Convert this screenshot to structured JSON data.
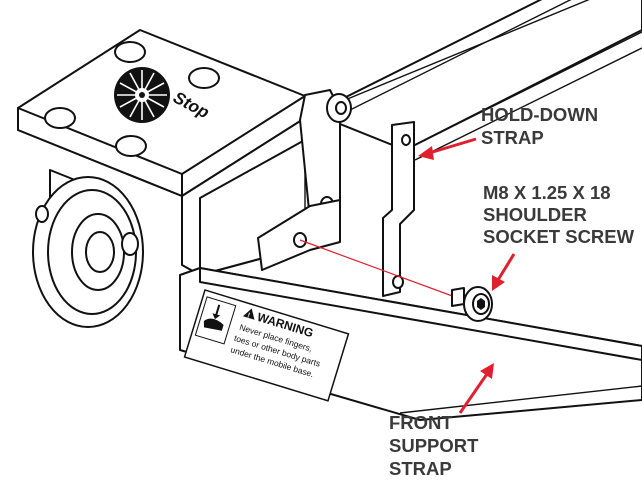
{
  "labels": {
    "hold_down_strap": [
      "HOLD-DOWN",
      "STRAP"
    ],
    "shoulder_screw": [
      "M8 X 1.25 X 18",
      "SHOULDER",
      "SOCKET SCREW"
    ],
    "front_support_strap": [
      "FRONT",
      "SUPPORT",
      "STRAP"
    ]
  },
  "warning_label": {
    "heading": "WARNING",
    "lines": [
      "Never place fingers,",
      "toes or other body parts",
      "under the mobile base."
    ]
  },
  "logo_text": "Stop",
  "colors": {
    "callout_arrow": "#e0202f",
    "callout_text": "#3a3a3a",
    "line_art": "#111111",
    "assembly_line": "#e0202f"
  },
  "icons": [
    "hand-crush-icon",
    "warning-triangle-icon",
    "sawstop-logo-icon"
  ]
}
